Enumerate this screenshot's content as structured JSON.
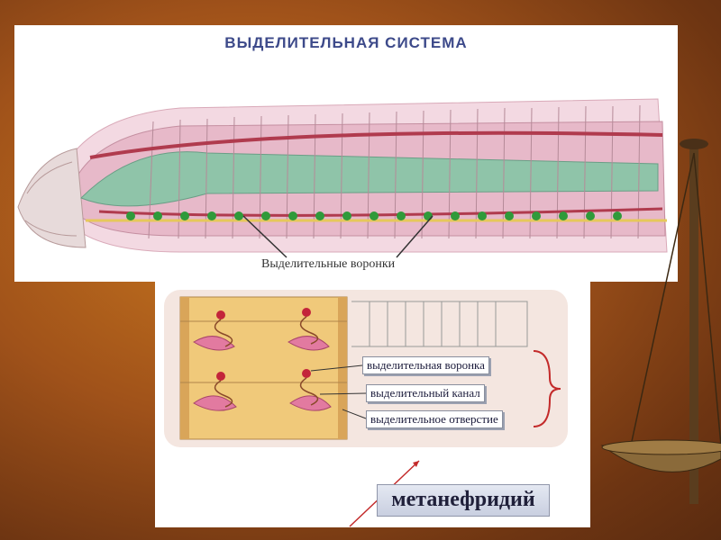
{
  "title": "ВЫДЕЛИТЕЛЬНАЯ СИСТЕМА",
  "caption": "Выделительные воронки",
  "labels": {
    "funnel": "выделительная воронка",
    "canal": "выделительный канал",
    "opening": "выделительное отверстие"
  },
  "meta": "метанефридий"
}
